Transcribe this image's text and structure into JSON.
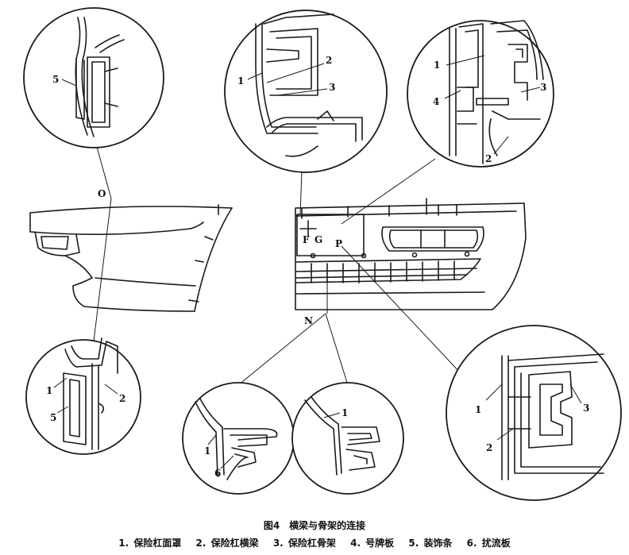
{
  "figure": {
    "caption_num": "图4",
    "caption_title": "横梁与骨架的连接",
    "legend": [
      "1. 保险杠面罩",
      "2. 保险杠横梁",
      "3. 保险杠骨架",
      "4. 号牌板",
      "5. 装饰条",
      "6. 扰流板"
    ]
  },
  "labels": {
    "c1_5": "5",
    "c2_1": "1",
    "c2_2": "2",
    "c2_3": "3",
    "c3_1": "1",
    "c3_4": "4",
    "c3_3": "3",
    "c3_2": "2",
    "c4_1": "1",
    "c4_5": "5",
    "c4_2": "2",
    "c5_1": "1",
    "c5_6": "6",
    "c6_1": "1",
    "c7_1": "1",
    "c7_2": "2",
    "c7_3": "3",
    "point_O": "O",
    "point_N": "N",
    "point_F": "F",
    "point_G": "G",
    "point_P": "P"
  }
}
